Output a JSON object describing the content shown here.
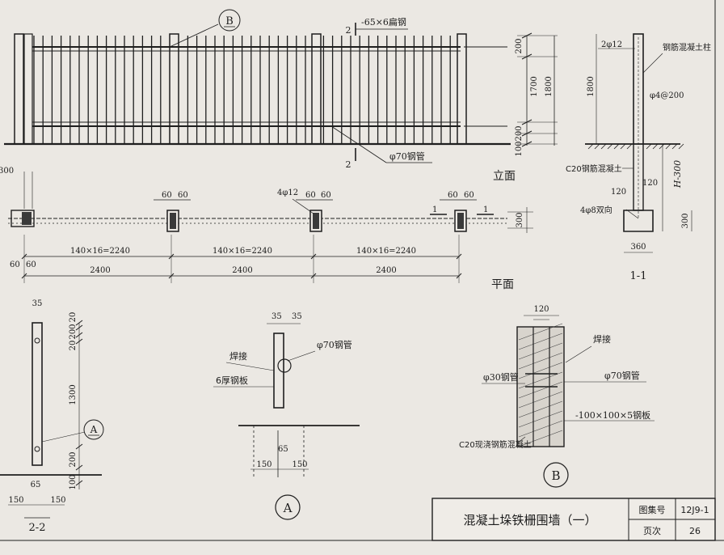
{
  "elevation": {
    "callout_b": "B",
    "bar_mark": "2",
    "bar_label": "-65×6扁钢",
    "pipe_mark": "2",
    "pipe_label": "φ70钢管",
    "dims": [
      "200",
      "1700",
      "1800",
      "200",
      "100"
    ],
    "view_title": "立面"
  },
  "plan": {
    "pier_dims": [
      "60",
      "60",
      "60",
      "60",
      "60",
      "60"
    ],
    "rebar_label": "4φ12",
    "section_mark": "1",
    "section_mark_right": "1",
    "left_dim_top": "300",
    "left_dim_bottom": [
      "60",
      "60"
    ],
    "spans": [
      "140×16=2240",
      "140×16=2240",
      "140×16=2240"
    ],
    "totals": [
      "2400",
      "2400",
      "2400"
    ],
    "view_title": "平面"
  },
  "section11": {
    "top_rebar": "2φ12",
    "column_label": "钢筋混凝土柱",
    "height_dim": "1800",
    "stirrup": "φ4@200",
    "concrete": "C20钢筋混凝土",
    "h_label": "H-300",
    "dim_120a": "120",
    "dim_120b": "120",
    "bottom_rebar": "4φ8双向",
    "dim_300": "300",
    "width": "360",
    "title": "1-1"
  },
  "section22": {
    "dims": [
      "35",
      "20",
      "200",
      "20",
      "1300",
      "200",
      "100"
    ],
    "callout_a": "A",
    "bottom_dims": [
      "150",
      "65",
      "150"
    ],
    "title": "2-2"
  },
  "detailA": {
    "dims_top": [
      "35",
      "35"
    ],
    "weld": "焊接",
    "plate": "6厚钢板",
    "pipe": "φ70钢管",
    "dim_65": "65",
    "dims_bottom": [
      "150",
      "150"
    ],
    "title": "A"
  },
  "detailB": {
    "dim_top": "120",
    "weld": "焊接",
    "pipe30": "φ30钢管",
    "pipe70": "φ70钢管",
    "plate": "-100×100×5钢板",
    "concrete": "C20现浇钢筋混凝土",
    "title": "B"
  },
  "title_block": {
    "drawing_title": "混凝土垛铁栅围墙（一）",
    "atlas_label": "图集号",
    "atlas_no": "12J9-1",
    "page_label": "页次",
    "page_no": "26"
  }
}
